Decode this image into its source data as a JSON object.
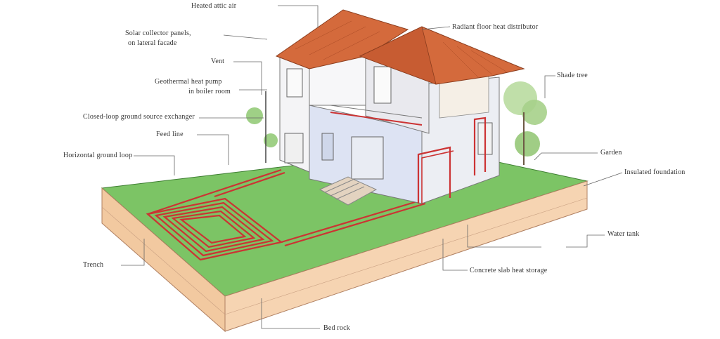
{
  "labels": {
    "roof_top": "Heated attic air",
    "top_left_l1": "Solar collector panels,",
    "top_left_l2": "on lateral facade",
    "roof_right": "Radiant floor heat distributor",
    "vent": "Vent",
    "heat_pump_l1": "Geothermal heat pump",
    "heat_pump_l2": "in boiler room",
    "ground_source": "Closed-loop ground source exchanger",
    "feed_line": "Feed line",
    "horizontal_loop": "Horizontal ground loop",
    "tree": "Shade tree",
    "garden": "Garden",
    "insulation": "Insulated foundation",
    "water_tank": "Water tank",
    "slab_right": "Concrete slab heat storage",
    "trench": "Trench",
    "bedrock": "Bed rock"
  },
  "colors": {
    "grass": "#7cc465",
    "soil": "#f2c9a0",
    "roof": "#d46a3c",
    "pipe": "#cc3333",
    "wall": "#f4f4f6"
  }
}
